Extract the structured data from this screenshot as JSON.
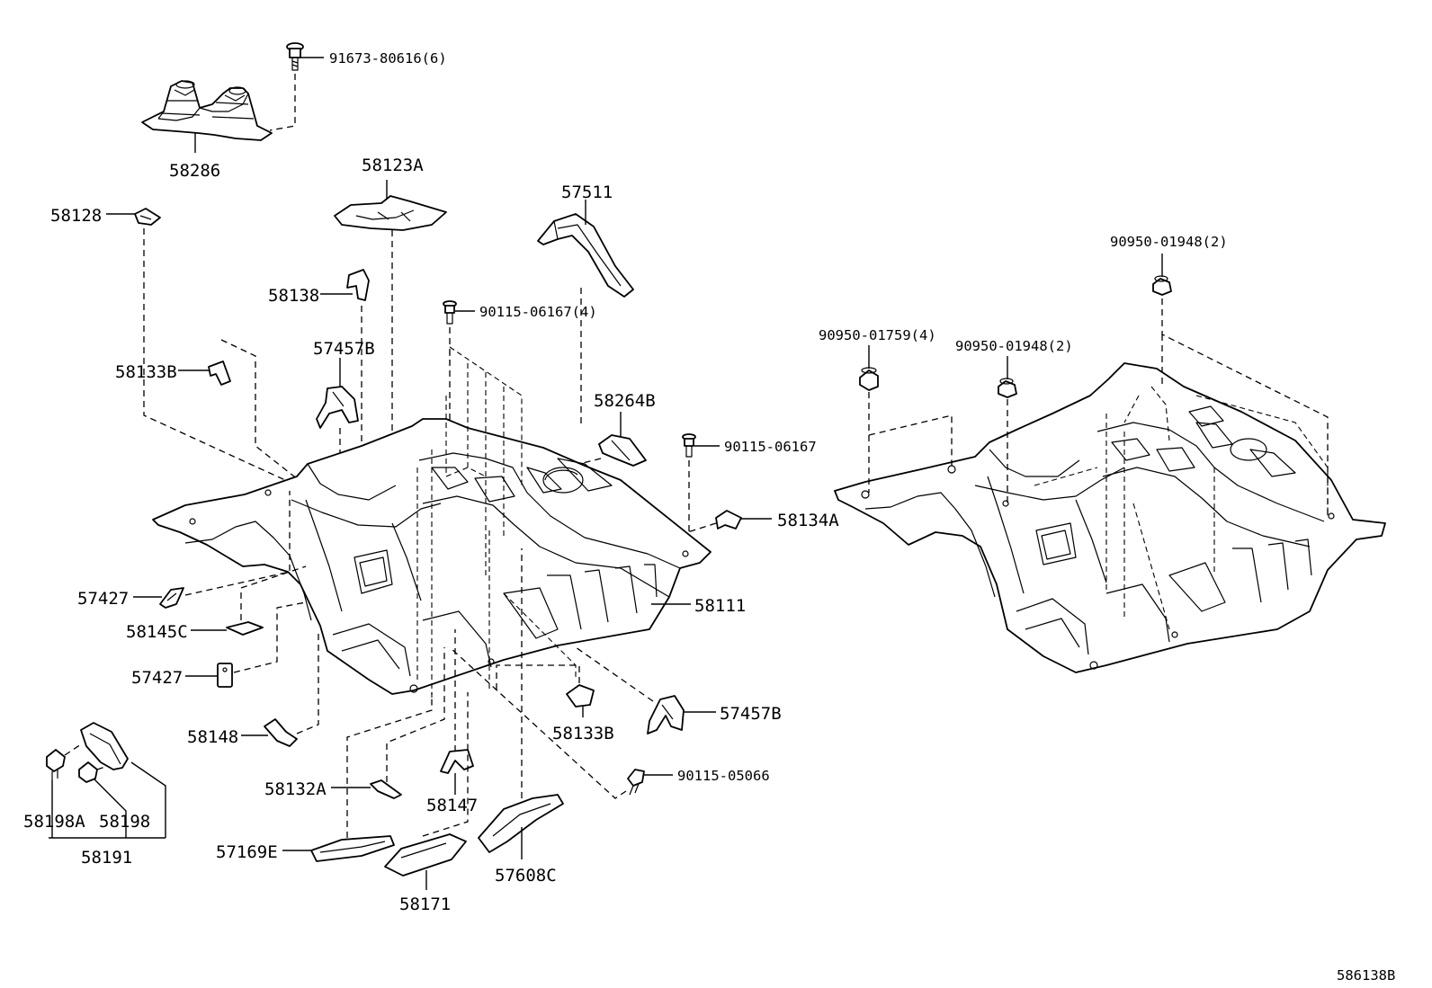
{
  "figure_code": "586138B",
  "callouts": {
    "c91673": "91673-80616(6)",
    "c58286": "58286",
    "c58123A": "58123A",
    "c57511": "57511",
    "c58128": "58128",
    "c58138": "58138",
    "c90115_4": "90115-06167(4)",
    "c57457B_top": "57457B",
    "c58133B_top": "58133B",
    "c58264B": "58264B",
    "c90115": "90115-06167",
    "c58134A": "58134A",
    "c58111": "58111",
    "c57427_a": "57427",
    "c58145C": "58145C",
    "c57427_b": "57427",
    "c58148": "58148",
    "c58133B_bot": "58133B",
    "c57457B_bot": "57457B",
    "c90115_05066": "90115-05066",
    "c58132A": "58132A",
    "c58147": "58147",
    "c58198A": "58198A",
    "c58198": "58198",
    "c58191": "58191",
    "c57169E": "57169E",
    "c58171": "58171",
    "c57608C": "57608C",
    "c90950_01948_top": "90950-01948(2)",
    "c90950_01759": "90950-01759(4)",
    "c90950_01948_mid": "90950-01948(2)"
  }
}
